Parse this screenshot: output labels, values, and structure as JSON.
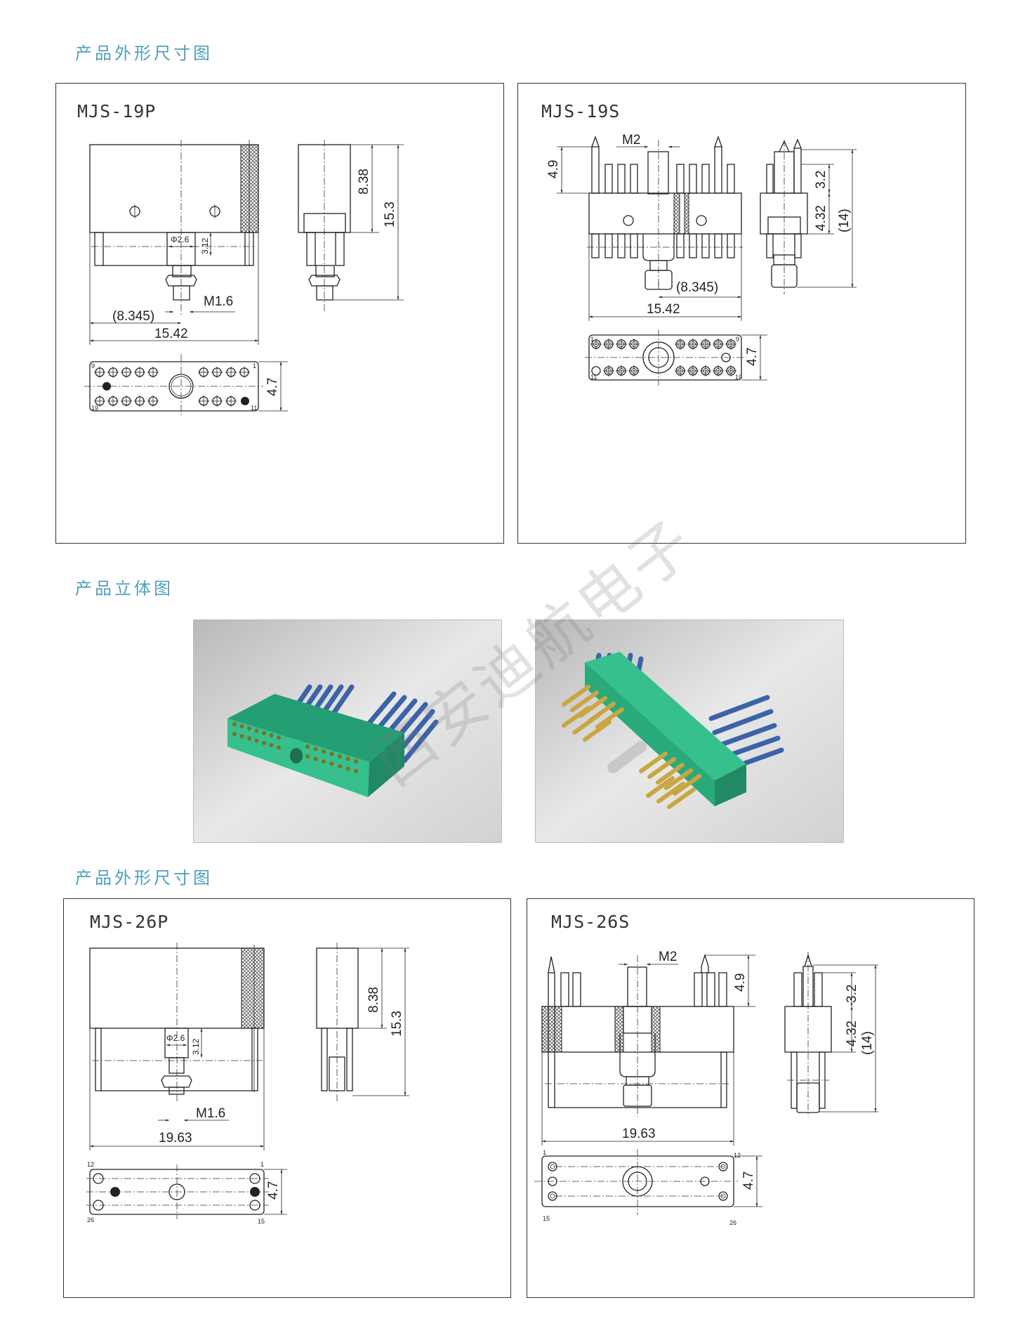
{
  "sections": [
    {
      "heading": "产品外形尺寸图"
    },
    {
      "heading": "产品立体图"
    },
    {
      "heading": "产品外形尺寸图"
    }
  ],
  "drawings": {
    "mjs19p": {
      "title": "MJS-19P",
      "dia": "Φ2.6",
      "h312": "3.12",
      "thread": "M1.6",
      "offset": "(8.345)",
      "width": "15.42",
      "h838": "8.38",
      "h153": "15.3",
      "depth": "4.7",
      "pin_tl": "9",
      "pin_tr": "1",
      "pin_bl": "19",
      "pin_br": "11"
    },
    "mjs19s": {
      "title": "MJS-19S",
      "thread": "M2",
      "h49": "4.9",
      "offset": "(8.345)",
      "width": "15.42",
      "h32": "3.2",
      "h432": "4.32",
      "h14": "(14)",
      "depth": "4.7",
      "pin_tl": "1",
      "pin_tr": "9",
      "pin_bl": "11",
      "pin_br": "19"
    },
    "mjs26p": {
      "title": "MJS-26P",
      "dia": "Φ2.6",
      "h312": "3.12",
      "thread": "M1.6",
      "width": "19.63",
      "h838": "8.38",
      "h153": "15.3",
      "depth": "4.7",
      "pin_tl": "12",
      "pin_tr": "1",
      "pin_bl": "26",
      "pin_br": "15"
    },
    "mjs26s": {
      "title": "MJS-26S",
      "thread": "M2",
      "h49": "4.9",
      "width": "19.63",
      "h32": "3.2",
      "h432": "4.32",
      "h14": "(14)",
      "depth": "4.7",
      "pin_tl": "1",
      "pin_tr": "12",
      "pin_bl": "15",
      "pin_br": "26"
    }
  },
  "watermark": "西安迪航电子",
  "colors": {
    "heading": "#4f9fb8",
    "insulator": "#2fb585",
    "wires": "#3a63a8",
    "contacts": "#c9a640"
  }
}
